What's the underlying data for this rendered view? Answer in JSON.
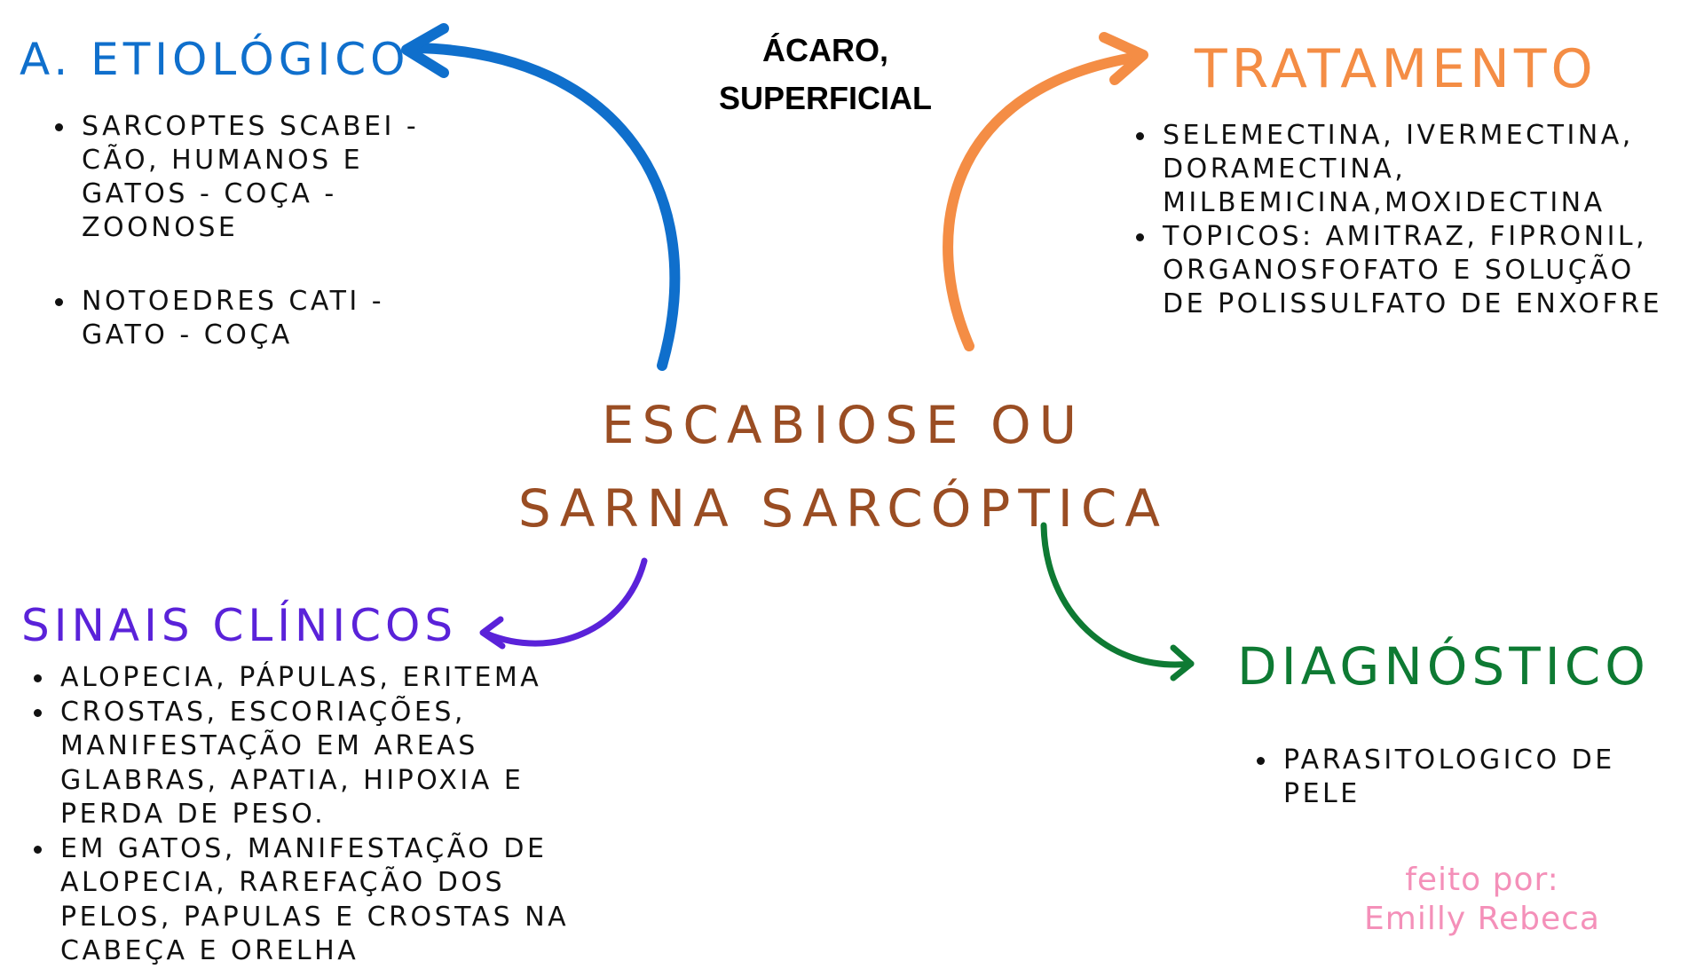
{
  "central_topic": {
    "line1": "ESCABIOSE OU",
    "line2": "SARNA SARCÓPTICA"
  },
  "note": {
    "line1": "ÁCARO,",
    "line2": "SUPERFICIAL"
  },
  "sections": {
    "etiologico": {
      "title": "A. ETIOLÓGICO",
      "items": [
        " SARCOPTES SCABEI - CÃO, HUMANOS E GATOS - COÇA - ZOONOSE",
        "NOTOEDRES CATI - GATO - COÇA"
      ]
    },
    "tratamento": {
      "title": "TRATAMENTO",
      "items": [
        "SELEMECTINA, IVERMECTINA, DORAMECTINA, MILBEMICINA,MOXIDECTINA",
        "TOPICOS: AMITRAZ, FIPRONIL, ORGANOSFOFATO E SOLUÇÃO DE POLISSULFATO DE ENXOFRE"
      ]
    },
    "sinais_clinicos": {
      "title": "SINAIS CLÍNICOS",
      "items": [
        "ALOPECIA, PÁPULAS, ERITEMA",
        "CROSTAS, ESCORIAÇÕES, MANIFESTAÇÃO EM AREAS GLABRAS, APATIA, HIPOXIA E PERDA DE PESO.",
        "EM GATOS, MANIFESTAÇÃO DE ALOPECIA, RAREFAÇÃO DOS PELOS, PAPULAS E CROSTAS NA CABEÇA E ORELHA"
      ]
    },
    "diagnostico": {
      "title": "DIAGNÓSTICO",
      "items": [
        "PARASITOLOGICO DE PELE"
      ]
    }
  },
  "credit": {
    "line1": "feito por:",
    "line2": "Emilly Rebeca"
  },
  "colors": {
    "central": "#9a4d23",
    "etiologico": "#0f6fcc",
    "tratamento": "#f48d45",
    "sinais_clinicos": "#5a22d9",
    "diagnostico": "#0e7a33",
    "credit": "#f490b9"
  }
}
